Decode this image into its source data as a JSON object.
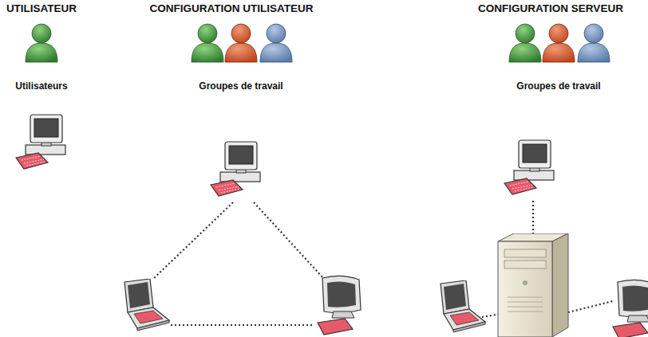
{
  "diagram": {
    "labels": [
      "UTILISATEUR",
      "Utilisateurs",
      "CONFIGURATION UTILISATEUR",
      "Groupes de travail",
      "CONFIGURATION SERVEUR",
      "Groupes de travail"
    ]
  }
}
